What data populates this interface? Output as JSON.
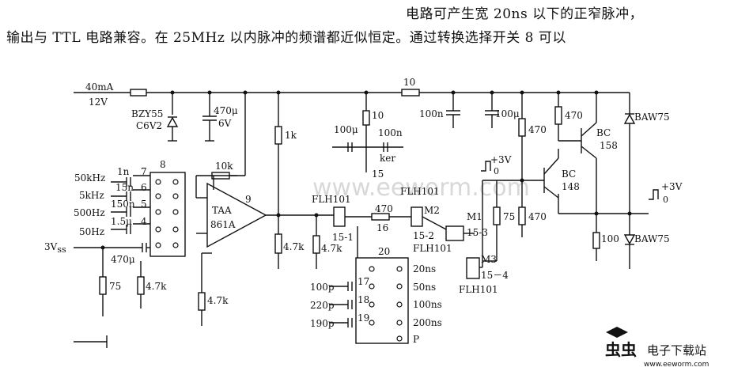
{
  "caption": {
    "line1": "电路可产生宽 20ns 以下的正窄脉冲，",
    "line2": "输出与 TTL 电路兼容。在 25MHz 以内脉冲的频谱都近似恒定。通过转换选择开关 8 可以"
  },
  "labels": {
    "current": "40mA",
    "supply_v": "12V",
    "zener_part": "BZY55",
    "zener_v": "C6V2",
    "cap_470u": "470μ",
    "cap_470u_v": "6V",
    "r_top": "10",
    "r_10": "10",
    "c_100u_a": "100μ",
    "c_100n_a": "100n",
    "ker": "ker",
    "pin15": "15",
    "c_100n_b": "100n",
    "c_100u_b": "100μ",
    "r_470_a": "470",
    "r_470_b": "470",
    "bc158_name": "BC",
    "bc158_num": "158",
    "baw_top": "BAW75",
    "baw_bot": "BAW75",
    "r_1k": "1k",
    "r_10k": "10k",
    "sw8": "8",
    "f_50k": "50kHz",
    "f_5k": "5kHz",
    "f_500": "500Hz",
    "f_50": "50Hz",
    "c_1n": "1n",
    "c_15n": "15n",
    "c_150n": "150n",
    "c_1_5u": "1.5μ",
    "p7": "7",
    "p6": "6",
    "p5": "5",
    "p4": "4",
    "p9": "9",
    "taa": "TAA",
    "taa_num": "861A",
    "flh_a": "FLH101",
    "flh_b": "FLH101",
    "flh_c": "FLH101",
    "flh_d": "FLH101",
    "r_470_c": "470",
    "n16": "16",
    "m2": "M2",
    "m1": "M1",
    "m3": "M3",
    "pin15_1": "15-1",
    "pin15_2": "15-2",
    "pin15_3": "15-3",
    "pin15_4": "15－4",
    "r_4_7k_a": "4.7k",
    "r_4_7k_b": "4.7k",
    "r_4_7k_c": "4.7k",
    "r_4_7k_d": "4.7k",
    "r_75_a": "75",
    "r_75_b": "75",
    "r_470_d": "470",
    "r_100": "100",
    "bc148_name": "BC",
    "bc148_num": "148",
    "pulse_in_v": "+3V",
    "pulse_in_0": "0",
    "pulse_out_v": "+3V",
    "pulse_out_0": "0",
    "vss_prefix": "3V",
    "vss_sub": "ss",
    "c_470u_b": "470μ",
    "sw20": "20",
    "p17": "17",
    "p18": "18",
    "p19": "19",
    "c_100p": "100p",
    "c_220p": "220p",
    "c_190p": "190p",
    "t_20ns": "20ns",
    "t_50ns": "50ns",
    "t_100ns": "100ns",
    "t_200ns": "200ns",
    "t_p": "P"
  },
  "watermark": "www.eeworm.com",
  "logo": {
    "text": "电子下载站",
    "url_text": "www.eeworm.com",
    "glyph": "虫虫",
    "color": "#d4101a"
  }
}
